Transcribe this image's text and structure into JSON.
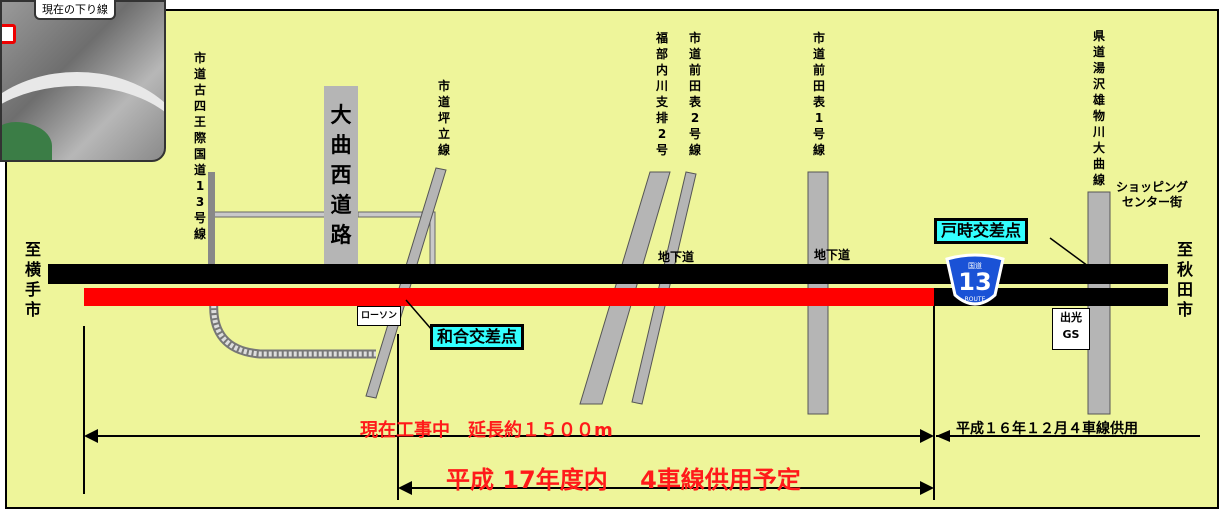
{
  "photo": {
    "caption": "現在の下り線"
  },
  "directions": {
    "left": "至横手市",
    "right": "至秋田市"
  },
  "roads": {
    "furushiou": "市道古四王際国道13号線",
    "omagari_nishi": "大曲西道路",
    "tsubotate": "市道坪立線",
    "fukubeuchi": "福部内川支排2号",
    "maedaomote2": "市道前田表2号線",
    "maedaomote1": "市道前田表1号線",
    "kendo": "県道湯沢雄物川大曲線"
  },
  "labels": {
    "shopping": "ショッピング\nセンター街",
    "underpass1": "地下道",
    "underpass2": "地下道",
    "lawson": "ローソン",
    "gs_top": "出光",
    "gs_bottom": "GS"
  },
  "intersections": {
    "wago": "和合交差点",
    "totoki": "戸時交差点"
  },
  "route_sign": {
    "top": "国道",
    "number": "13",
    "bottom": "ROUTE"
  },
  "annotations": {
    "construction": "現在工事中　延長約１５００m",
    "opened_2004": "平成１６年１２月４車線供用",
    "plan_2005": "平成 17年度内　 4車線供用予定"
  },
  "colors": {
    "background": "#eef59a",
    "existing_road": "#000000",
    "construction": "#ff0000",
    "side_road": "#a9a9a9",
    "intersection_fill": "#33ffff",
    "route_sign": "#1a52d6"
  }
}
